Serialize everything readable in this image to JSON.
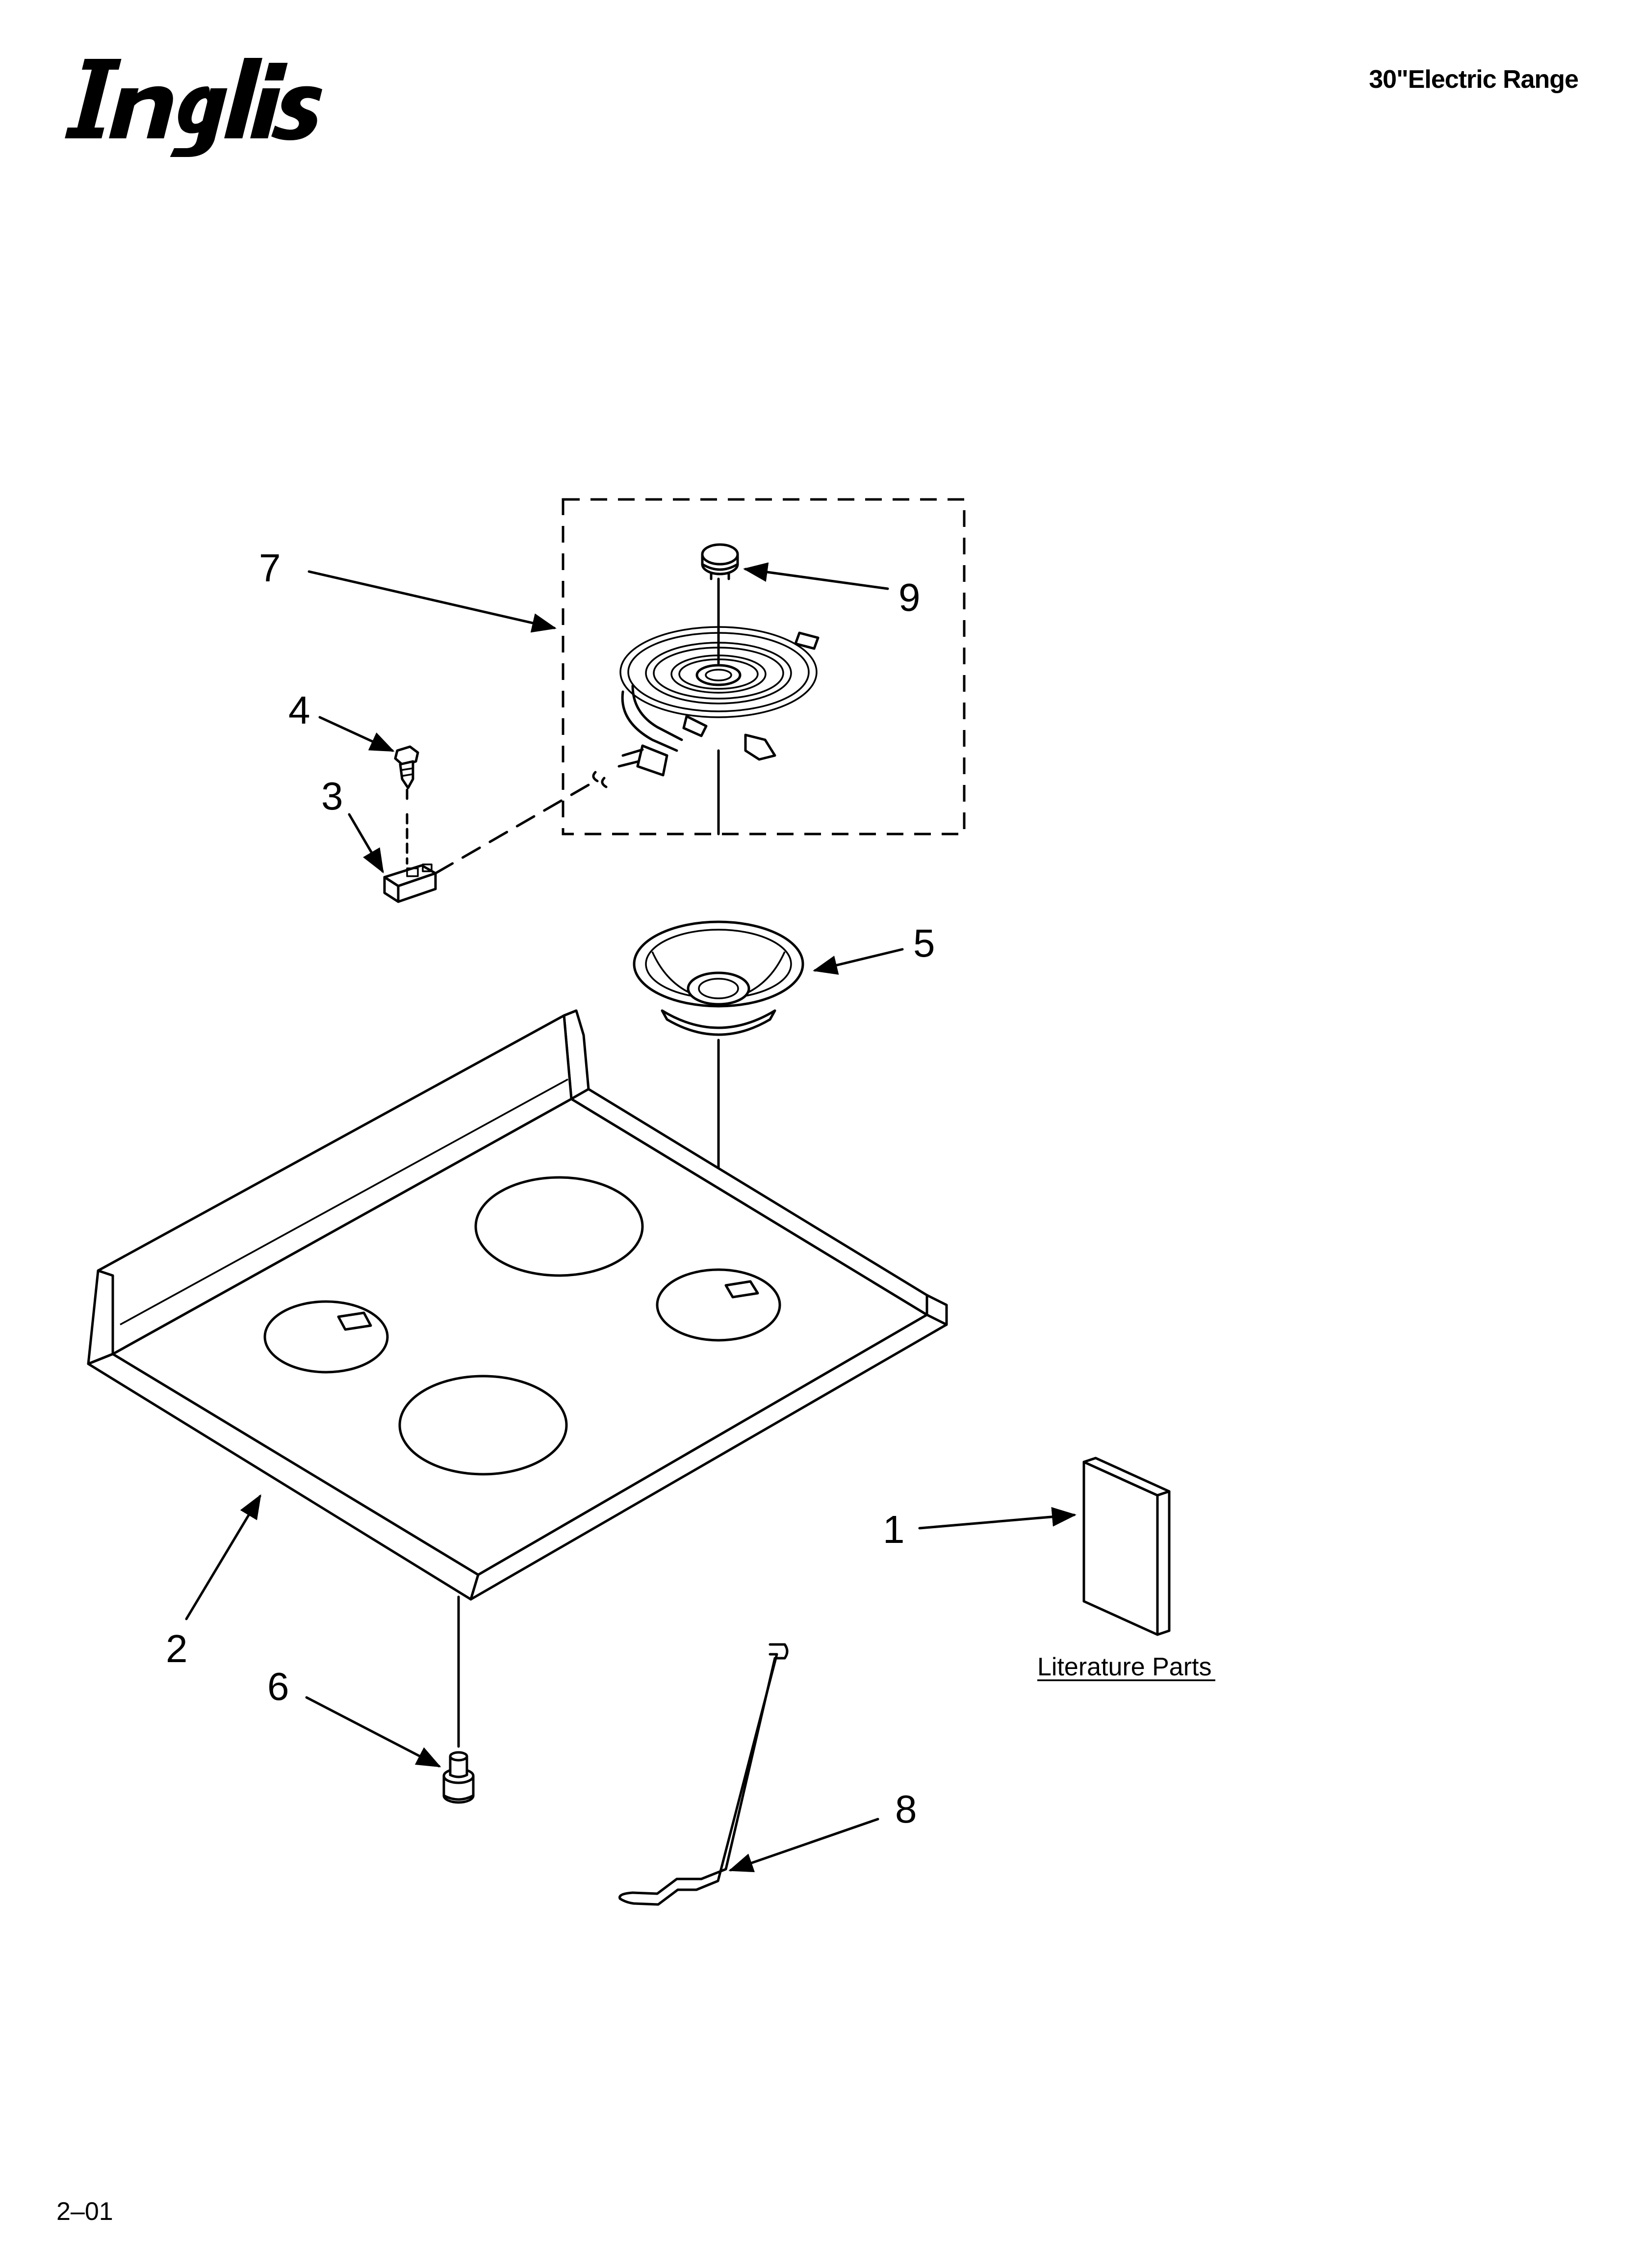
{
  "header": {
    "brand": "Inglis",
    "model_title": "30\"Electric Range"
  },
  "diagram": {
    "callouts": [
      {
        "id": "1",
        "label": "1"
      },
      {
        "id": "2",
        "label": "2"
      },
      {
        "id": "3",
        "label": "3"
      },
      {
        "id": "4",
        "label": "4"
      },
      {
        "id": "5",
        "label": "5"
      },
      {
        "id": "6",
        "label": "6"
      },
      {
        "id": "7",
        "label": "7"
      },
      {
        "id": "8",
        "label": "8"
      },
      {
        "id": "9",
        "label": "9"
      }
    ],
    "literature_label": "Literature Parts"
  },
  "footer": {
    "code": "2–01"
  }
}
